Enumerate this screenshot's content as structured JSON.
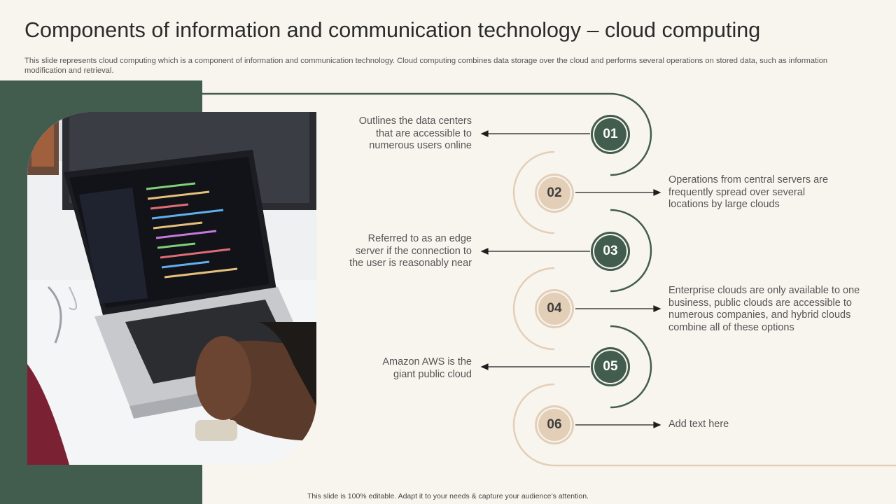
{
  "slide": {
    "title": "Components of information and communication technology – cloud computing",
    "subtitle": "This slide represents cloud computing which is a component of information and communication technology. Cloud computing combines data storage over the cloud and performs several operations on stored data, such as information modification and retrieval.",
    "footer": "This slide is 100% editable. Adapt it to your needs & capture your audience’s attention."
  },
  "colors": {
    "background": "#f8f5ef",
    "accent_dark": "#425d4e",
    "accent_light": "#e3cfb7",
    "text": "#555555"
  },
  "steps": [
    {
      "number": "01",
      "text": "Outlines the data centers that are accessible to numerous users online"
    },
    {
      "number": "02",
      "text": "Operations from central servers are frequently spread over several locations by large clouds"
    },
    {
      "number": "03",
      "text": "Referred to as an edge server if the connection to the user is reasonably near"
    },
    {
      "number": "04",
      "text": "Enterprise clouds are only available  to one business, public clouds are accessible to numerous companies, and hybrid clouds combine all of these options"
    },
    {
      "number": "05",
      "text": "Amazon AWS is the giant public cloud"
    },
    {
      "number": "06",
      "text": "Add text here"
    }
  ],
  "image": {
    "icon": "laptop-photo"
  }
}
